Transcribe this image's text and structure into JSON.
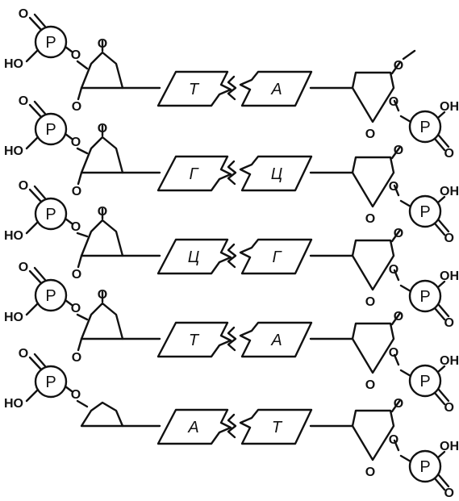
{
  "phosphate_label": "P",
  "atom_labels": {
    "oxygen": "O",
    "hydroxyl": "HO",
    "hydroxyl_right": "OH"
  },
  "pairs": [
    {
      "left": "Т",
      "right": "А"
    },
    {
      "left": "Г",
      "right": "Ц"
    },
    {
      "left": "Ц",
      "right": "Г"
    },
    {
      "left": "Т",
      "right": "А"
    },
    {
      "left": "А",
      "right": "Т"
    }
  ]
}
